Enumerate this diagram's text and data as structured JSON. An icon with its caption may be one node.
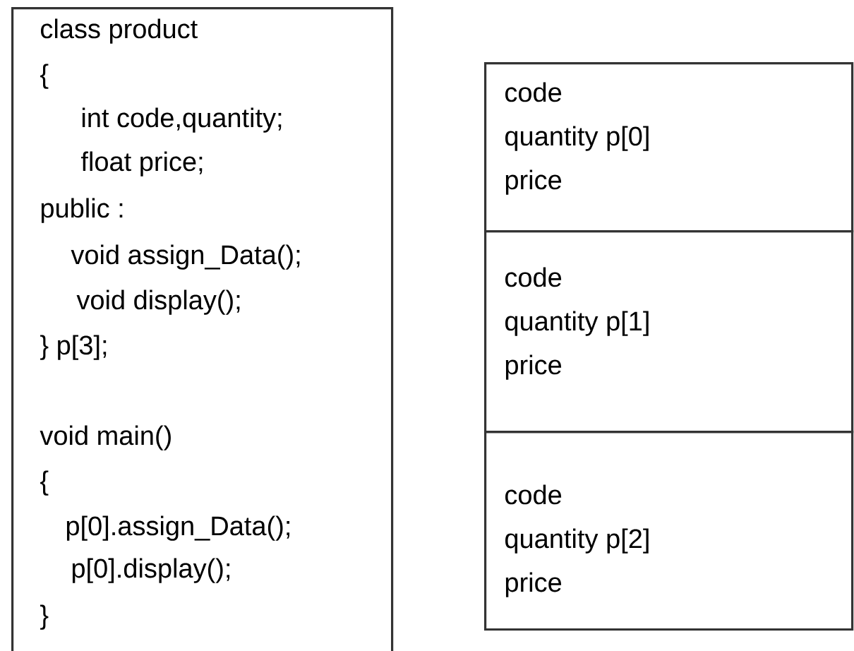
{
  "diagram": {
    "nodes": [
      {
        "text": [
          "class product",
          "{",
          "int code,quantity;",
          "float price;",
          "public :",
          "void assign_Data();",
          "void display();",
          "} p[3];",
          "void main()",
          "{",
          "p[0].assign_Data();",
          "p[0].display();",
          "}"
        ]
      },
      {
        "text": [
          "code",
          "quantity",
          "p[0]",
          "price"
        ]
      },
      {
        "text": [
          "code",
          "quantity",
          "p[1]",
          "price"
        ]
      },
      {
        "text": [
          "code",
          "quantity",
          "p[2]",
          "price"
        ]
      }
    ]
  }
}
